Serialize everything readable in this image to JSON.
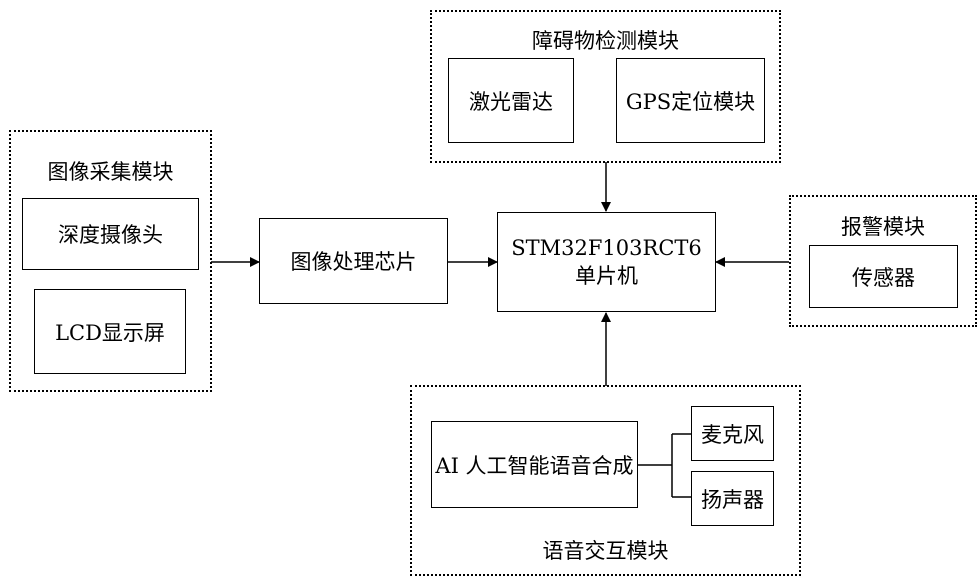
{
  "image_module": {
    "title": "图像采集模块",
    "depth_camera": "深度摄像头",
    "lcd_display": "LCD显示屏"
  },
  "image_processing_chip": "图像处理芯片",
  "obstacle_module": {
    "title": "障碍物检测模块",
    "lidar": "激光雷达",
    "gps": "GPS定位模块"
  },
  "mcu": {
    "line1": "STM32F103RCT6",
    "line2": "单片机"
  },
  "alarm_module": {
    "title": "报警模块",
    "sensor": "传感器"
  },
  "voice_module": {
    "title": "语音交互模块",
    "ai_synthesis": "AI 人工智能语音合成",
    "microphone": "麦克风",
    "speaker": "扬声器"
  }
}
